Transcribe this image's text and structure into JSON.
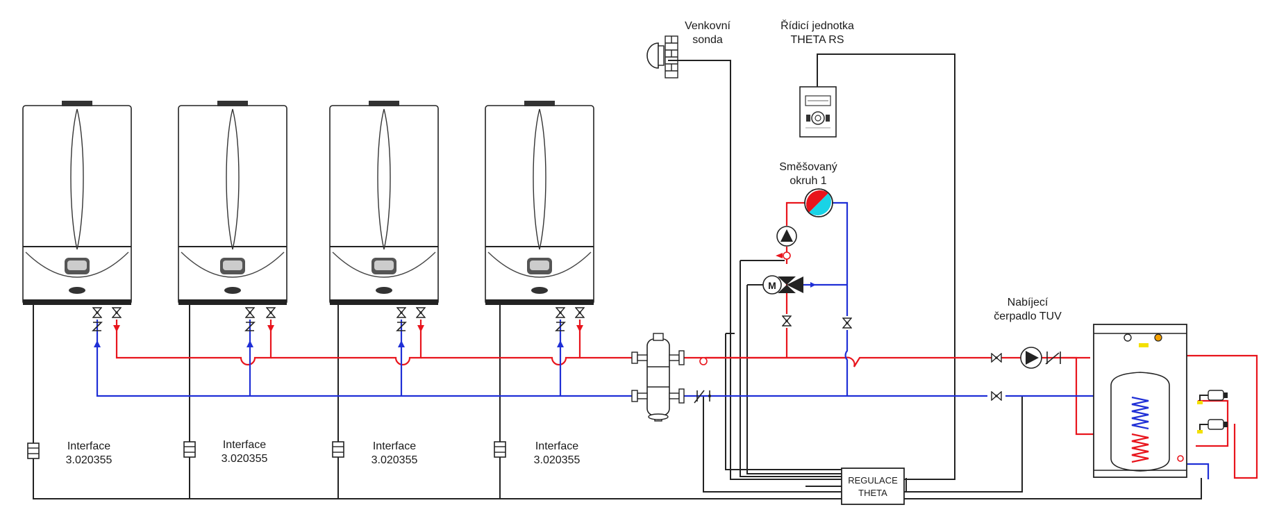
{
  "labels": {
    "outdoor_sensor": [
      "Venkovní",
      "sonda"
    ],
    "control_unit": [
      "Řídicí jednotka",
      "THETA RS"
    ],
    "mixed_circuit": [
      "Směšovaný",
      "okruh 1"
    ],
    "dhw_pump": [
      "Nabíjecí",
      "čerpadlo TUV"
    ],
    "regulation": [
      "REGULACE",
      "THETA"
    ]
  },
  "interfaces": [
    {
      "title": "Interface",
      "code": "3.020355"
    },
    {
      "title": "Interface",
      "code": "3.020355"
    },
    {
      "title": "Interface",
      "code": "3.020355"
    },
    {
      "title": "Interface",
      "code": "3.020355"
    }
  ],
  "colors": {
    "supply": "#e8141c",
    "return": "#1f2fd6",
    "wiring": "#222222",
    "tank_mark": "#f3e000",
    "sensor_cyan": "#19d3e6"
  },
  "icons": [
    "boiler",
    "valve",
    "check-valve",
    "pump",
    "hydraulic-separator",
    "three-way-mixing-valve",
    "servo-motor",
    "thermostat",
    "outdoor-sensor",
    "dhw-storage-tank",
    "tap",
    "interface-module"
  ]
}
